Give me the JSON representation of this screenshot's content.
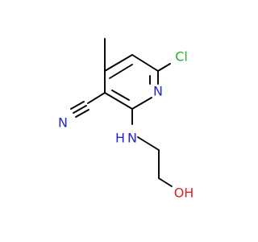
{
  "molecule": {
    "atoms": {
      "chlorine": "Cl",
      "ring_nitrogen": "N",
      "nitrile_nitrogen": "N",
      "amine": "H",
      "amine_nitrogen": "N",
      "hydroxyl": "OH"
    },
    "colors": {
      "bond": "#000000",
      "chlorine": "#1fb51f",
      "nitrogen": "#2323d7",
      "oxygen": "#d82424"
    }
  }
}
